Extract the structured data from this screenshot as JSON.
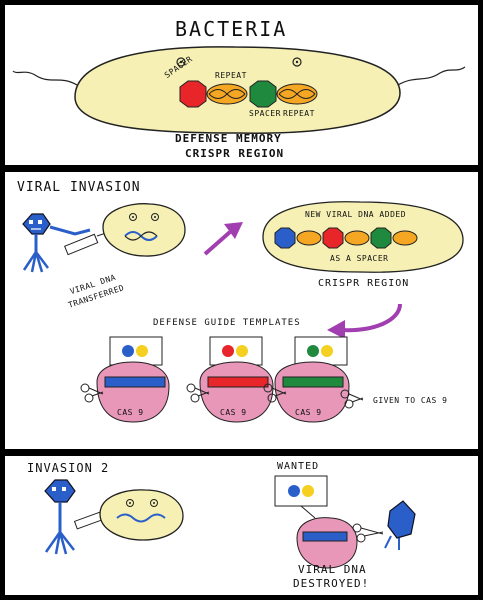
{
  "panel1": {
    "title": "BACTERIA",
    "labels": {
      "spacer_top": "SPACER",
      "repeat_top": "REPEAT",
      "spacer_bottom": "SPACER",
      "repeat_bottom": "REPEAT"
    },
    "caption_line1": "DEFENSE MEMORY",
    "caption_line2": "CRISPR REGION"
  },
  "panel2": {
    "title": "VIRAL INVASION",
    "transfer_line1": "VIRAL DNA",
    "transfer_line2": "TRANSFERRED",
    "new_dna_label": "NEW VIRAL DNA ADDED",
    "as_spacer": "AS A SPACER",
    "crispr_label": "CRISPR REGION",
    "guide_heading": "DEFENSE GUIDE TEMPLATES",
    "cas_labels": [
      "CAS 9",
      "CAS 9",
      "CAS 9"
    ],
    "given_to": "GIVEN TO CAS 9"
  },
  "panel3": {
    "title": "INVASION 2",
    "wanted": "WANTED",
    "destroyed_line1": "VIRAL DNA",
    "destroyed_line2": "DESTROYED!"
  },
  "colors": {
    "cell_fill": "#f6f0b4",
    "spacer_red": "#e8262a",
    "spacer_green": "#1f8a3e",
    "spacer_blue": "#2a5fc9",
    "repeat_orange": "#f5a623",
    "cas9_pink": "#e897b9",
    "arrow_purple": "#a23fb0"
  }
}
